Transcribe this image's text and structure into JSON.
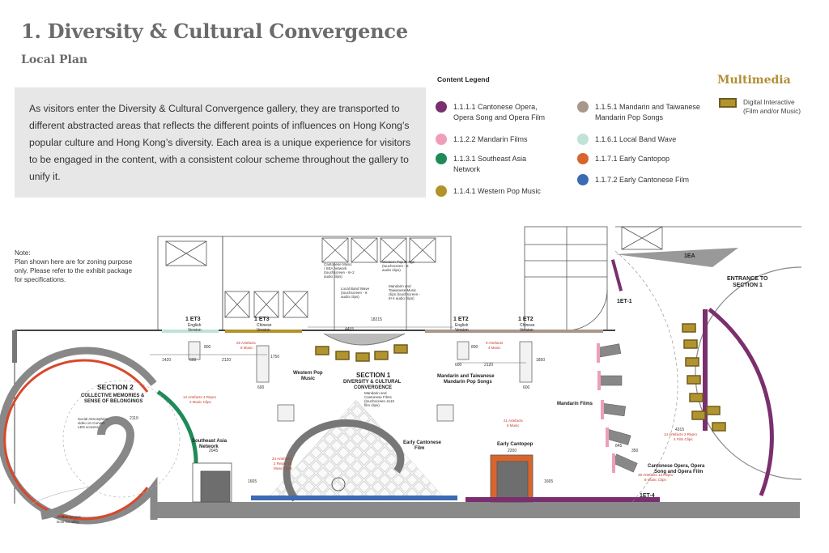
{
  "header": {
    "title": "1. Diversity & Cultural Convergence",
    "subtitle": "Local Plan"
  },
  "description": "As visitors enter the Diversity & Cultural Convergence gallery, they are transported to different abstracted areas that reflects the different points of influences on Hong Kong’s popular culture and Hong Kong’s diversity. Each area is a unique experience for visitors to be engaged in the content, with a consistent colour scheme throughout the gallery to unify it.",
  "legend": {
    "title": "Content Legend",
    "items": [
      {
        "code": "1.1.1.1",
        "label": "1.1.1.1 Cantonese Opera,",
        "label2": "Opera Song and Opera Film",
        "color": "#7a2f6e"
      },
      {
        "code": "1.1.2.2",
        "label": "1.1.2.2 Mandarin Films",
        "label2": "",
        "color": "#ee9fb7"
      },
      {
        "code": "1.1.3.1",
        "label": "1.1.3.1 Southeast Asia",
        "label2": "Network",
        "color": "#1f8a58"
      },
      {
        "code": "1.1.4.1",
        "label": "1.1.4.1 Western Pop Music",
        "label2": "",
        "color": "#b2932a"
      },
      {
        "code": "1.1.5.1",
        "label": "1.1.5.1 Mandarin and Taiwanese",
        "label2": "Mandarin Pop Songs",
        "color": "#a8978b"
      },
      {
        "code": "1.1.6.1",
        "label": "1.1.6.1 Local Band Wave",
        "label2": "",
        "color": "#bfe3d6"
      },
      {
        "code": "1.1.7.1",
        "label": "1.1.7.1 Early Cantopop",
        "label2": "",
        "color": "#d8662c"
      },
      {
        "code": "1.1.7.2",
        "label": "1.1.7.2 Early Cantonese Film",
        "label2": "",
        "color": "#3a6bb3"
      }
    ]
  },
  "multimedia": {
    "title": "Multimedia",
    "item_line1": "Digital Interactive",
    "item_line2": "(Film and/or Music)",
    "color": "#b2942f"
  },
  "note": {
    "line1": "Note:",
    "line2": "Plan shown here are for zoning purpose",
    "line3": "only. Please refer to the exhibit package",
    "line4": "for specifications."
  },
  "plan": {
    "section2_title": "SECTION 2",
    "section2_sub1": "COLLECTIVE MEMORIES &",
    "section2_sub2": "SENSE OF BELONGINGS",
    "section1_title": "SECTION 1",
    "section1_sub": "DIVERSITY & CULTURAL",
    "section1_sub2": "CONVERGENCE",
    "entrance1": "ENTRANCE TO",
    "entrance2": "SECTION 1",
    "western_pop1": "Western Pop",
    "western_pop2": "Music",
    "mandarin_pop1": "Mandarin and Taiwanese",
    "mandarin_pop2": "Mandarin Pop Songs",
    "mandarin_films": "Mandarin Films",
    "early_cantopop": "Early Cantopop",
    "early_film1": "Early Cantonese",
    "early_film2": "Film",
    "sea1": "Southeast Asia",
    "sea2": "Network",
    "opera1": "Cantonese Opera, Opera",
    "opera2": "Song and Opera Film",
    "et3_1": "1 ET3",
    "et3_1v": "English",
    "et3_1v2": "Version",
    "et3_2": "1 ET3",
    "et3_2v": "Chinese",
    "et3_2v2": "Version",
    "et2_1": "1 ET2",
    "et2_1v": "English",
    "et2_1v2": "Version",
    "et2_2": "1 ET2",
    "et2_2v": "Chinese",
    "et2_2v2": "Version",
    "ea": "1EA",
    "et1": "1ET-1",
    "et4": "1ET-4",
    "cantonese_music1": "Cantonese Music",
    "cantonese_music2": "/ SEA network",
    "cantonese_music3": "(touchscreen - 6+2",
    "cantonese_music4": "audio clips)",
    "western_songs1": "Western Pop Songs",
    "western_songs2": "(touchscreen - 8",
    "western_songs3": "audio clips)",
    "band1": "Local Band Wave",
    "band2": "(touchscreen - 8",
    "band3": "audio clips)",
    "mt1": "Mandarin and",
    "mt2": "Taiwanese Music",
    "mt3": "clips (touchscreen -",
    "mt4": "8+4 audio clips)",
    "mcf1": "Mandarin and",
    "mcf2": "Cantonese Films",
    "mcf3": "(touchscreen 4x10",
    "mcf4": "film clips)",
    "atmo1": "Social Atmosphere",
    "atmo2": "video on Curved",
    "atmo3": "LED screens",
    "hidden1": "Hidden Access",
    "hidden2": "Door for utility",
    "art_western1": "26 Artefacts",
    "art_western2": "8 Music",
    "art_mandarin1": "9 Artefacts",
    "art_mandarin2": "4 Music",
    "art_s2_1": "14 Artefacts 4 Repro",
    "art_s2_2": "2 Music Clips",
    "art_sea1": "24 Artefacts",
    "art_sea2": "2 Repro 10",
    "art_sea3": "Music Clips",
    "art_cantopop1": "21 Artefacts",
    "art_cantopop2": "6 Music",
    "art_mfilm1": "14 Artefacts 2 Repro",
    "art_mfilm2": "4 Film Clips",
    "art_opera1": "39 Artefacts 13 Repro",
    "art_opera2": "8 Music Clips",
    "dims": {
      "d18215": "18215",
      "d4455": "4455",
      "d1420": "1420",
      "d600a": "600",
      "d800a": "800",
      "d2120a": "2120",
      "d1750": "1750",
      "d600b": "600",
      "d600c": "600",
      "d800b": "800",
      "d2120b": "2120",
      "d1850": "1850",
      "d600d": "600",
      "d2110": "2110",
      "d2045": "2045",
      "d1665a": "1665",
      "d2200": "2200",
      "d1665b": "1665",
      "d4315": "4315",
      "d845": "845",
      "d350": "350"
    }
  }
}
